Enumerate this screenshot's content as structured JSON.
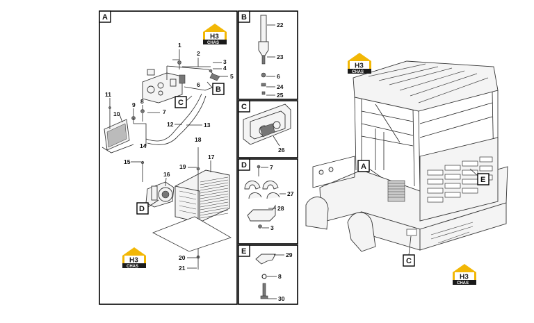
{
  "panels": {
    "A": {
      "label": "A"
    },
    "B": {
      "label": "B"
    },
    "C": {
      "label": "C"
    },
    "D": {
      "label": "D"
    },
    "E": {
      "label": "E"
    }
  },
  "detail_refs": {
    "B": "B",
    "C": "C",
    "D": "D"
  },
  "truck_refs": {
    "A": "A",
    "C": "C",
    "E": "E"
  },
  "callouts": {
    "n1": "1",
    "n2": "2",
    "n3": "3",
    "n4": "4",
    "n5": "5",
    "n6": "6",
    "n7": "7",
    "n8": "8",
    "n9": "9",
    "n10": "10",
    "n11": "11",
    "n12": "12",
    "n13": "13",
    "n14": "14",
    "n15": "15",
    "n16": "16",
    "n17": "17",
    "n18": "18",
    "n19": "19",
    "n20": "20",
    "n21": "21",
    "b22": "22",
    "b23": "23",
    "b6": "6",
    "b24": "24",
    "b25": "25",
    "c26": "26",
    "d7": "7",
    "d27": "27",
    "d28": "28",
    "d3": "3",
    "e29": "29",
    "e8": "8",
    "e30": "30"
  },
  "logo": {
    "top": "H3",
    "bottom": "CHAS"
  },
  "colors": {
    "logo_yellow": "#f2b705",
    "logo_dark": "#1a1a1a",
    "frame": "#000000"
  }
}
